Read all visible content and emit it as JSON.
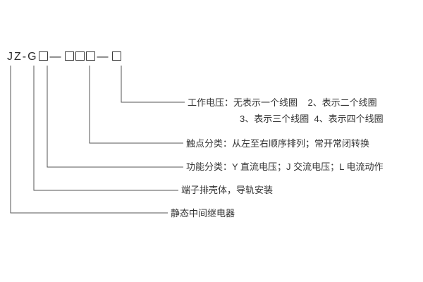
{
  "model": {
    "prefix": "JZ-G",
    "dash1": "—",
    "dash2": "—"
  },
  "labels": {
    "working_voltage_line1": "工作电压：无表示一个线圈    2、表示二个线圈",
    "working_voltage_line2": "3、表示三个线圈  4、表示四个线圈",
    "contact": "触点分类：从左至右顺序排列；常开常闭转换",
    "function": "功能分类：Y 直流电压；J 交流电压；L 电流动作",
    "terminal": "端子排壳体，导轨安装",
    "relay": "静态中间继电器"
  },
  "colors": {
    "line": "#555555",
    "text": "#333333",
    "background": "#ffffff"
  }
}
